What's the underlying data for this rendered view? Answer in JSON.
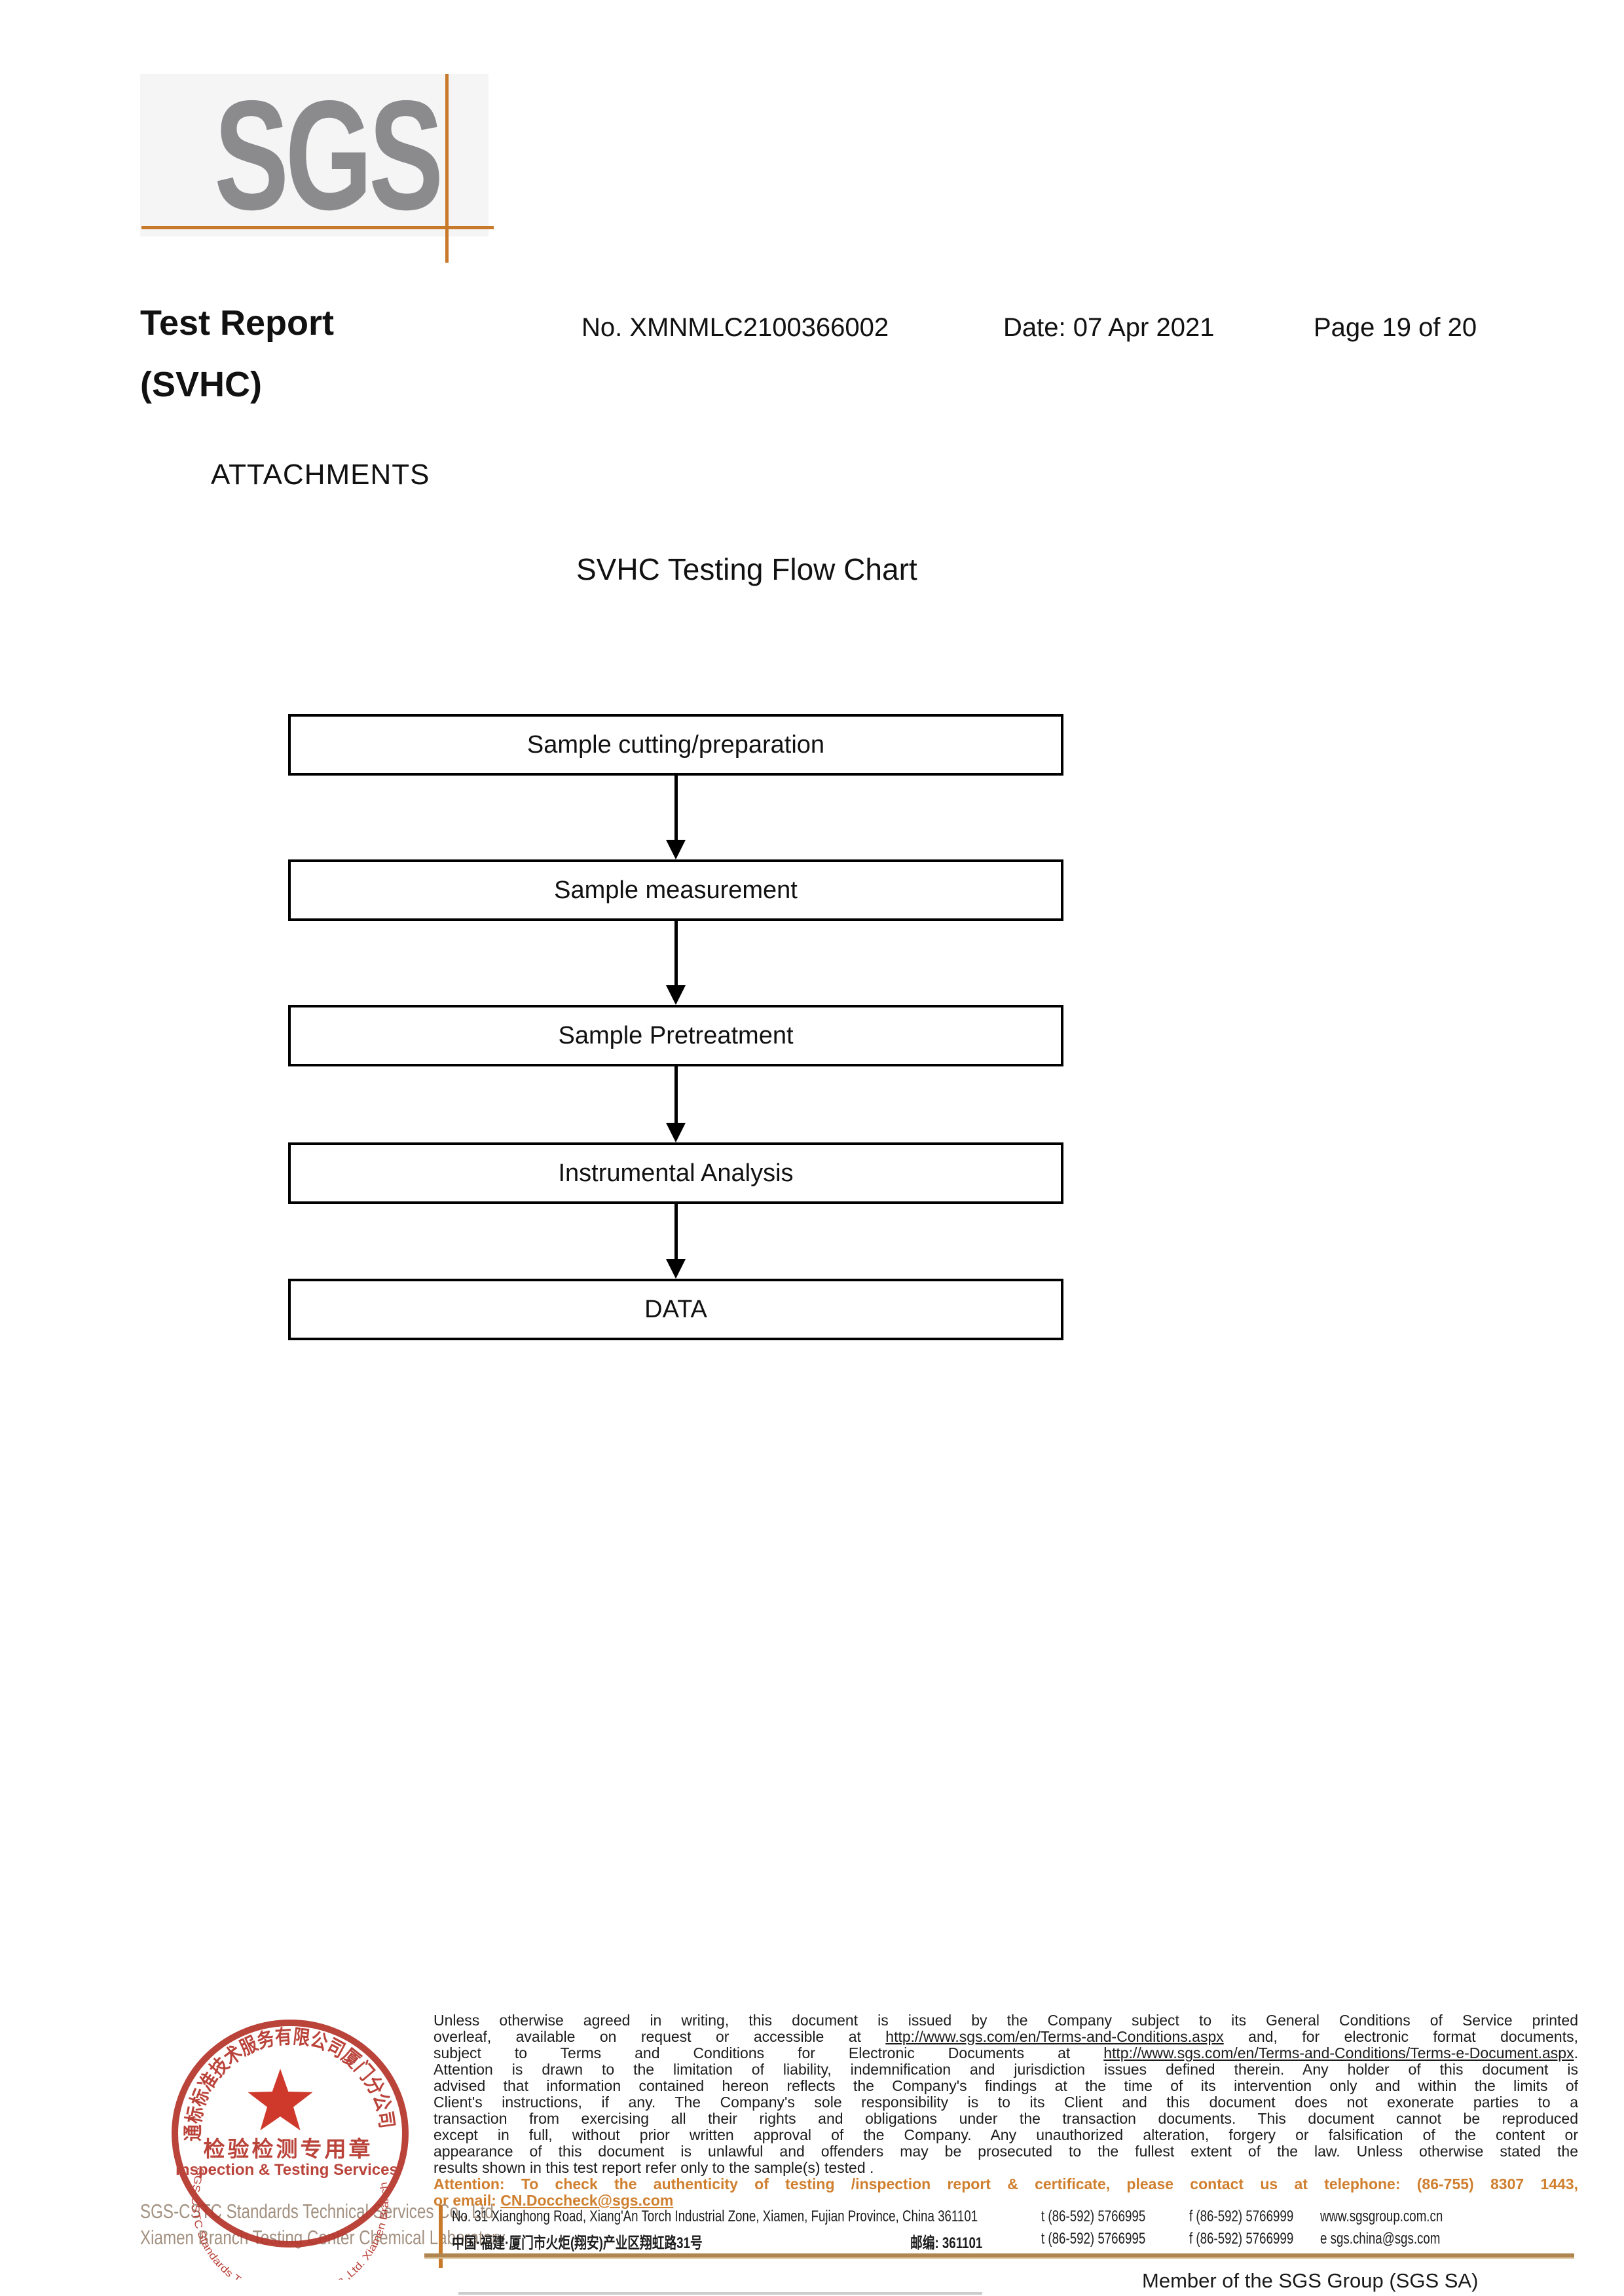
{
  "logo": {
    "text": "SGS"
  },
  "header": {
    "title_line1": "Test Report",
    "title_line2": "(SVHC)",
    "report_no": "No. XMNMLC2100366002",
    "date": "Date: 07 Apr 2021",
    "page": "Page 19 of 20"
  },
  "attachments_heading": "ATTACHMENTS",
  "flow_chart": {
    "title": "SVHC Testing Flow Chart",
    "steps": [
      "Sample cutting/preparation",
      "Sample measurement",
      "Sample Pretreatment",
      "Instrumental Analysis",
      "DATA"
    ]
  },
  "footer": {
    "legal_lines": [
      {
        "j": true,
        "segments": [
          {
            "t": "Unless otherwise agreed in writing, this document is issued by the Company subject to its General Conditions of Service printed"
          }
        ]
      },
      {
        "j": true,
        "segments": [
          {
            "t": "overleaf, available on request or accessible at "
          },
          {
            "t": "http://www.sgs.com/en/Terms-and-Conditions.aspx",
            "u": true
          },
          {
            "t": " and, for electronic format documents,"
          }
        ]
      },
      {
        "j": true,
        "segments": [
          {
            "t": "subject to Terms and Conditions for Electronic Documents at "
          },
          {
            "t": "http://www.sgs.com/en/Terms-and-Conditions/Terms-e-Document.aspx",
            "u": true
          },
          {
            "t": "."
          }
        ]
      },
      {
        "j": true,
        "segments": [
          {
            "t": "Attention is drawn to the limitation of liability, indemnification and jurisdiction issues defined therein. Any holder of this document is"
          }
        ]
      },
      {
        "j": true,
        "segments": [
          {
            "t": "advised that information contained hereon reflects the Company's findings at the time of its intervention only and within the limits of"
          }
        ]
      },
      {
        "j": true,
        "segments": [
          {
            "t": "Client's instructions, if any. The Company's sole responsibility is to its Client and this document does not exonerate parties to a"
          }
        ]
      },
      {
        "j": true,
        "segments": [
          {
            "t": "transaction from exercising all their rights and obligations under the transaction documents. This document cannot be reproduced"
          }
        ]
      },
      {
        "j": true,
        "segments": [
          {
            "t": "except in full, without prior written approval of the Company. Any unauthorized alteration, forgery or falsification of the content or"
          }
        ]
      },
      {
        "j": true,
        "segments": [
          {
            "t": "appearance of this document is unlawful and offenders may be prosecuted to the fullest extent of the law. Unless otherwise stated the"
          }
        ]
      },
      {
        "j": false,
        "segments": [
          {
            "t": "results shown in this test report refer only to the sample(s) tested ."
          }
        ]
      },
      {
        "j": true,
        "cls": "orange",
        "segments": [
          {
            "t": "Attention: To check the authenticity of testing /inspection report & certificate, please contact us at telephone: (86-755) 8307 1443,"
          }
        ]
      },
      {
        "j": false,
        "cls": "orange",
        "segments": [
          {
            "t": "or email: "
          },
          {
            "t": "CN.Doccheck@sgs.com",
            "u": true
          }
        ]
      }
    ],
    "address_en": {
      "street": "No. 31 Xianghong Road, Xiang'An Torch Industrial Zone, Xiamen, Fujian Province, China  361101",
      "tel": "t (86-592) 5766995",
      "fax": "f (86-592) 5766999",
      "web": "www.sgsgroup.com.cn"
    },
    "address_cn": {
      "street": "中国·福建·厦门市火炬(翔安)产业区翔虹路31号",
      "postcode": "邮编: 361101",
      "tel": "t (86-592) 5766995",
      "fax": "f (86-592) 5766999",
      "email": "e  sgs.china@sgs.com"
    },
    "member_text": "Member of the SGS Group (SGS SA)"
  },
  "stamp": {
    "arc_cn": "通标标准技术服务有限公司厦门分公司",
    "center_cn": "检验检测专用章",
    "center_en": "Inspection & Testing Services",
    "arc_en": "SGS-CSTC Standards Technical Services Co.,Ltd. Xiamen Branch",
    "company_gray_line1": "SGS-CSTC Standards Technical Services Co., Ltd.",
    "company_gray_line2": "Xiamen Branch Testing Center Chemical Laboratory"
  },
  "colors": {
    "accent_orange": "#c87a2a",
    "attention_orange": "#cf7f2e",
    "stamp_red": "#b5352c",
    "star_red": "#cc2b1d",
    "tan_line": "#b08550",
    "logo_gray": "#8b8b8e",
    "company_gray": "#a39181"
  }
}
